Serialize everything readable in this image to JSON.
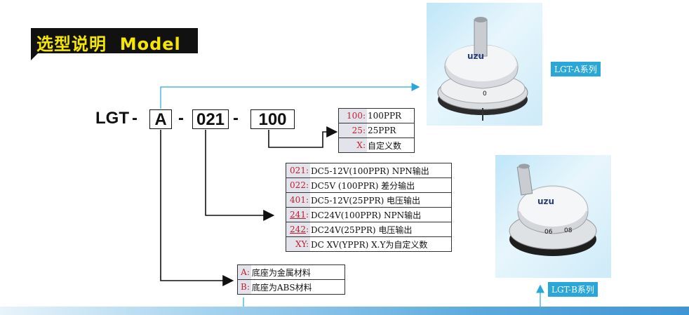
{
  "title": {
    "cn": "选型说明",
    "en": "Model"
  },
  "model_code": {
    "prefix": "LGT",
    "sep1": "-",
    "seg1": "A",
    "sep2": "-",
    "seg2": "021",
    "sep3": "-",
    "seg3": "100"
  },
  "ppr_options": [
    {
      "code": "100",
      "desc": "100PPR"
    },
    {
      "code": "25",
      "desc": "25PPR"
    },
    {
      "code": "X",
      "desc": "自定义数"
    }
  ],
  "output_options": [
    {
      "code": "021",
      "desc": "DC5-12V(100PPR)  NPN输出"
    },
    {
      "code": "022",
      "desc": "DC5V  (100PPR)   差分输出"
    },
    {
      "code": "401",
      "desc": "DC5-12V(25PPR)  电压输出"
    },
    {
      "code": "241",
      "desc": "DC24V(100PPR)     NPN输出"
    },
    {
      "code": "242",
      "desc": "DC24V(25PPR)      电压输出"
    },
    {
      "code": "XY",
      "desc": "DC  XV(YPPR)  X.Y为自定义数"
    }
  ],
  "base_options": [
    {
      "code": "A",
      "desc": "底座为金属材料"
    },
    {
      "code": "B",
      "desc": "底座为ABS材料"
    }
  ],
  "photos": {
    "a_label": "LGT-A系列",
    "b_label": "LGT-B系列",
    "brand": "uzu",
    "dial_zero": "0",
    "dial_b_1": "06",
    "dial_b_2": "08"
  },
  "colors": {
    "title_bg": "#111111",
    "title_text": "#f7e600",
    "code_red": "#c0202e",
    "arrow_blue": "#2aa7d9",
    "label_blue": "#2aa7d9"
  }
}
